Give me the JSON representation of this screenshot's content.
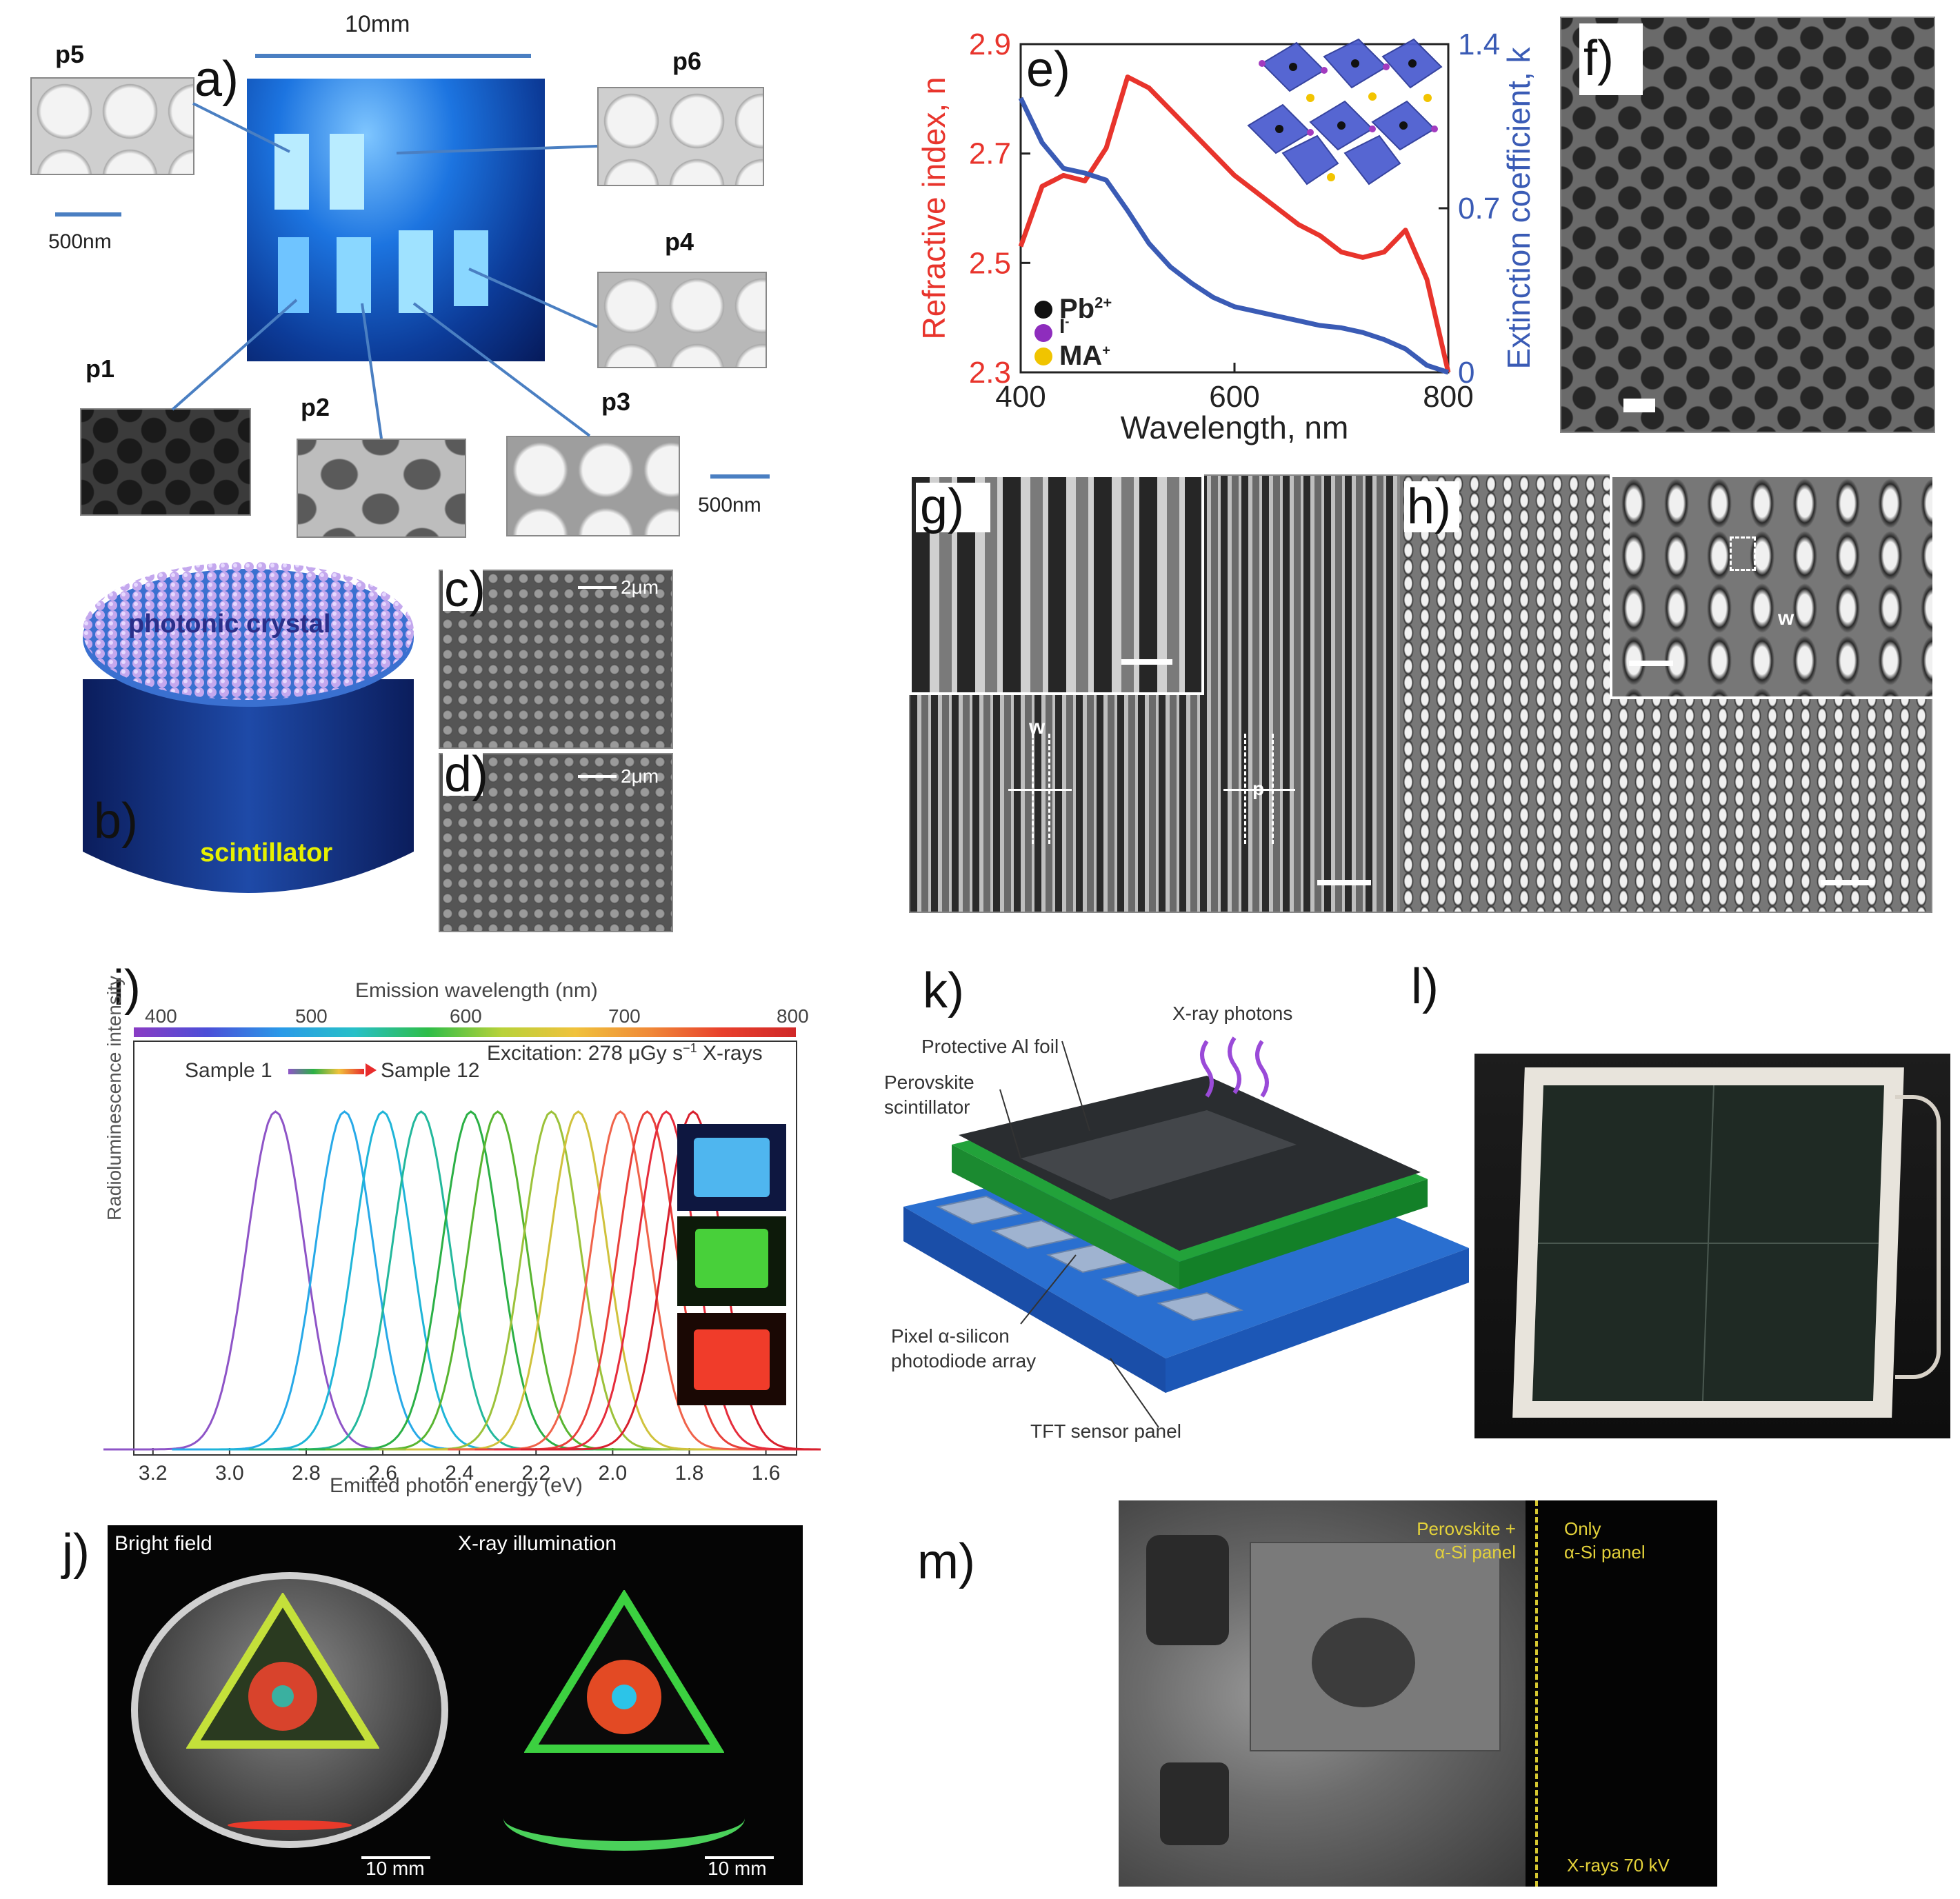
{
  "panel_a": {
    "label": "a)",
    "width_label": "10mm",
    "scale_left": "500nm",
    "scale_right": "500nm",
    "samples": [
      "p5",
      "p6",
      "p4",
      "p1",
      "p2",
      "p3"
    ]
  },
  "panel_b": {
    "label": "b)",
    "top_text": "photonic crystal",
    "bottom_text": "scintillator"
  },
  "panel_c": {
    "label": "c)",
    "scale": "2μm"
  },
  "panel_d": {
    "label": "d)",
    "scale": "2μm"
  },
  "panel_e": {
    "label": "e)",
    "legend": [
      "Pb",
      "I",
      "MA"
    ],
    "legend_sup": [
      "2+",
      "-",
      "+"
    ],
    "colors": {
      "n": "#e8342c",
      "k": "#3a5bb5"
    }
  },
  "panel_f": {
    "label": "f)"
  },
  "panel_g": {
    "label": "g)",
    "w": "w",
    "p": "p"
  },
  "panel_h": {
    "label": "h)",
    "w": "w"
  },
  "panel_i": {
    "label": "i)",
    "top_axis_title": "Emission wavelength (nm)",
    "top_ticks": [
      "400",
      "500",
      "600",
      "700",
      "800"
    ],
    "excitation": "Excitation: 278 μGy s",
    "excitation_sup": "−1",
    "excitation_tail": " X-rays",
    "sample_from": "Sample 1",
    "sample_to": "Sample 12",
    "ylabel": "Radioluminescence intensity",
    "xlabel": "Emitted photon energy (eV)",
    "bottom_ticks": [
      "3.2",
      "3.0",
      "2.8",
      "2.6",
      "2.4",
      "2.2",
      "2.0",
      "1.8",
      "1.6"
    ],
    "swatch_colors": [
      "#4fb6ef",
      "#48d03a",
      "#f03c2a"
    ]
  },
  "panel_j": {
    "label": "j)",
    "left_title": "Bright field",
    "right_title": "X-ray illumination",
    "scale_left": "10 mm",
    "scale_right": "10 mm"
  },
  "panel_k": {
    "label": "k)",
    "labels": {
      "xray": "X-ray photons",
      "foil": "Protective Al foil",
      "scint1": "Perovskite",
      "scint2": "scintillator",
      "pixel1": "Pixel α-silicon",
      "pixel2": "photodiode array",
      "tft": "TFT sensor panel"
    }
  },
  "panel_l": {
    "label": "l)"
  },
  "panel_m": {
    "label": "m)",
    "left1": "Perovskite +",
    "left2": "α-Si panel",
    "right1": "Only",
    "right2": "α-Si panel",
    "bottom": "X-rays 70 kV"
  },
  "chart_data": [
    {
      "type": "line",
      "panel": "e",
      "x_label": "Wavelength, nm",
      "y_label": "Refractive index, n",
      "y2_label": "Extinction coefficient, k",
      "x_ticks": [
        "400",
        "600",
        "800"
      ],
      "y_ticks": [
        "2.3",
        "2.5",
        "2.7",
        "2.9"
      ],
      "y2_ticks": [
        "0",
        "0.7",
        "1.4"
      ],
      "xlim": [
        400,
        800
      ],
      "ylim": [
        2.3,
        2.9
      ],
      "y2lim": [
        0,
        1.4
      ],
      "x": [
        400,
        420,
        440,
        460,
        480,
        500,
        520,
        540,
        560,
        580,
        600,
        620,
        640,
        660,
        680,
        700,
        720,
        740,
        760,
        780,
        800
      ],
      "series": [
        {
          "axis": "left",
          "values": [
            2.53,
            2.64,
            2.66,
            2.65,
            2.71,
            2.84,
            2.82,
            2.78,
            2.74,
            2.7,
            2.66,
            2.63,
            2.6,
            2.57,
            2.55,
            2.52,
            2.51,
            2.52,
            2.56,
            2.47,
            2.3
          ]
        },
        {
          "axis": "right",
          "values": [
            1.17,
            0.98,
            0.87,
            0.85,
            0.82,
            0.69,
            0.55,
            0.45,
            0.38,
            0.32,
            0.28,
            0.26,
            0.24,
            0.22,
            0.2,
            0.19,
            0.17,
            0.14,
            0.1,
            0.03,
            0.0
          ]
        }
      ]
    },
    {
      "type": "line",
      "panel": "i",
      "x_label": "Emitted photon energy (eV)",
      "y_label": "Radioluminescence intensity",
      "xlim": [
        3.25,
        1.52
      ],
      "peaks_eV": [
        2.88,
        2.7,
        2.6,
        2.5,
        2.37,
        2.3,
        2.16,
        2.09,
        1.98,
        1.91,
        1.86,
        1.79
      ],
      "peak_colors": [
        "#8e54c7",
        "#27a9e8",
        "#1fb5d8",
        "#23b89c",
        "#2bb046",
        "#58b530",
        "#9cc23a",
        "#d0c23c",
        "#f0634a",
        "#e8403a",
        "#e62c3c",
        "#d8202e"
      ],
      "bottom_ticks": [
        "3.2",
        "3.0",
        "2.8",
        "2.6",
        "2.4",
        "2.2",
        "2.0",
        "1.8",
        "1.6"
      ]
    }
  ]
}
